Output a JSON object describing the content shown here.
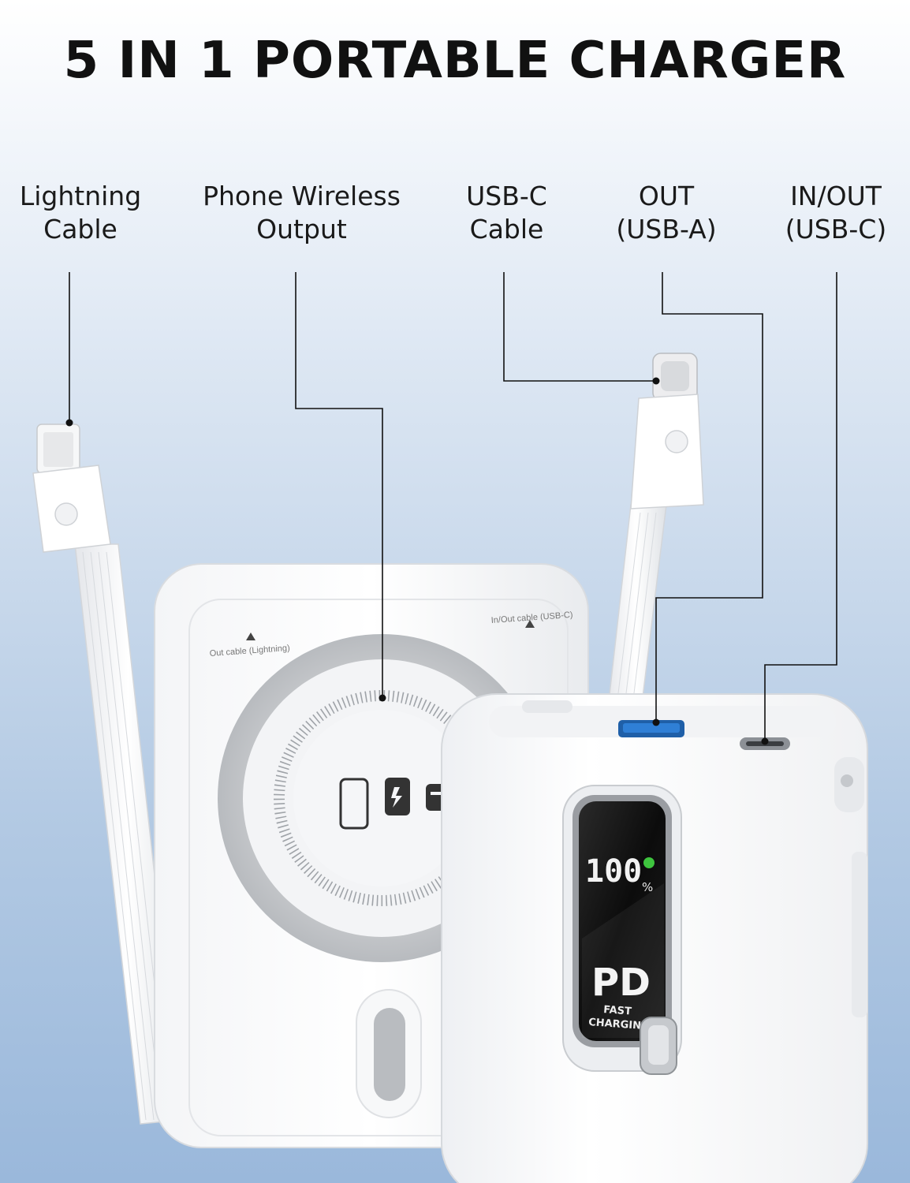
{
  "title": "5 IN 1 PORTABLE CHARGER",
  "labels": {
    "lightning": "Lightning\nCable",
    "wireless": "Phone Wireless\nOutput",
    "usbc_cable": "USB-C\nCable",
    "out_usba": "OUT\n(USB-A)",
    "inout_usbc": "IN/OUT\n(USB-C)"
  },
  "device_text": {
    "out_cable_lightning": "Out cable (Lightning)",
    "inout_cable_usbc": "In/Out cable (USB-C)",
    "display_percent": "100",
    "percent_sign": "%",
    "pd_logo": "PD",
    "fast": "FAST",
    "charging": "CHARGING"
  },
  "colors": {
    "usb_a_port": "#2f7fd6",
    "display": "#111111",
    "accent_green": "#3ec43e"
  }
}
